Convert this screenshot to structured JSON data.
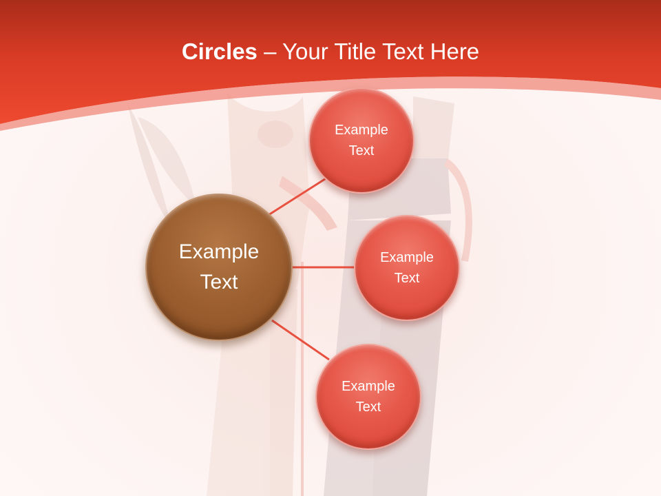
{
  "slide": {
    "title_bold": "Circles",
    "title_rest": " – Your Title Text Here",
    "center_circle_label": "Example\nText",
    "outer_circles": [
      {
        "label": "Example\nText"
      },
      {
        "label": "Example\nText"
      },
      {
        "label": "Example\nText"
      }
    ]
  },
  "colors": {
    "header_red": "#e8432b",
    "center_brown": "#9c5f30",
    "outer_red": "#e6584a",
    "connector": "#e8503f"
  }
}
